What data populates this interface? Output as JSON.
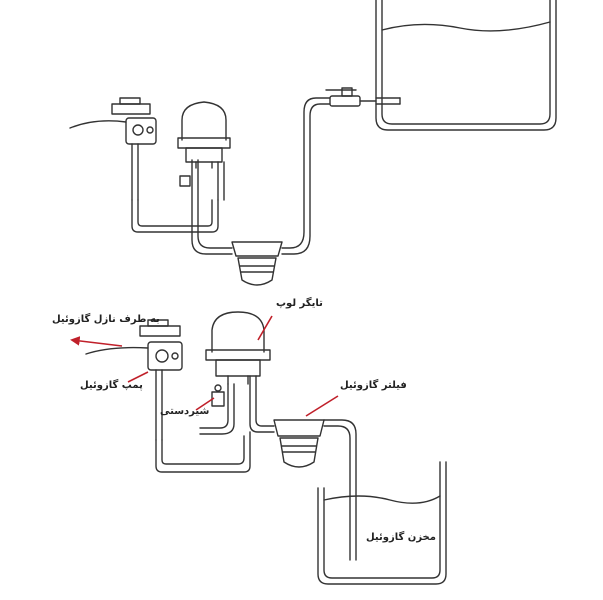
{
  "labels": {
    "nozzle_side": "به طرف نازل گازوئیل",
    "pump": "پمپ گازوئیل",
    "tiger_loop": "تایگر لوپ",
    "valve": "شیردستی",
    "filter": "فیلتر گازوئیل",
    "tank": "مخزن گازوئیل"
  },
  "colors": {
    "line": "#333333",
    "arrow": "#c0202a",
    "background": "#ffffff"
  }
}
